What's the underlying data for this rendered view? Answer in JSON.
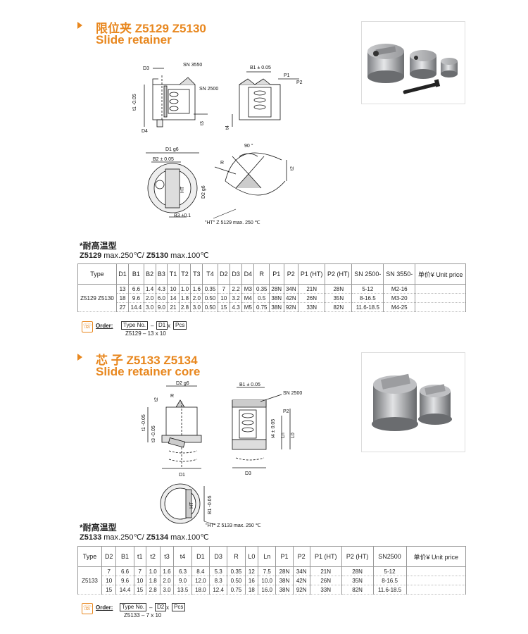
{
  "section1": {
    "title_cn": "限位夹 Z5129  Z5130",
    "title_en": "Slide retainer",
    "drawing_labels": {
      "d3": "D3",
      "sn3550": "SN 3550",
      "sn2500": "SN 2500",
      "t1": "t1 -0.05",
      "t3": "t3",
      "d4": "D4",
      "b1": "B1 ± 0.05",
      "p1": "P1",
      "p2": "P2",
      "t4": "t4",
      "d1": "D1 g6",
      "b2": "B2 ± 0.05",
      "ht": "HT",
      "d2": "D2 g6",
      "b3": "B3 ±0.1",
      "angle": "90 °",
      "r": "R",
      "t2": "t2",
      "ht_note": "\"HT\" Z 5129 max. 250 ℃"
    },
    "note_star": "*耐高温型",
    "note_line_a": "Z5129",
    "note_line_b": " max.250℃/ ",
    "note_line_c": "Z5130",
    "note_line_d": " max.100℃",
    "table": {
      "headers": [
        "Type",
        "D1",
        "B1",
        "B2",
        "B3",
        "T1",
        "T2",
        "T3",
        "T4",
        "D2",
        "D3",
        "D4",
        "R",
        "P1",
        "P2",
        "P1 (HT)",
        "P2 (HT)",
        "SN 2500-",
        "SN 3550-",
        "单价¥ Unit price"
      ],
      "type_label": "Z5129 Z5130",
      "rows": [
        [
          "13",
          "6.6",
          "1.4",
          "4.3",
          "10",
          "1.0",
          "1.6",
          "0.35",
          "7",
          "2.2",
          "M3",
          "0.35",
          "28N",
          "34N",
          "21N",
          "28N",
          "5-12",
          "M2-16",
          ""
        ],
        [
          "18",
          "9.6",
          "2.0",
          "6.0",
          "14",
          "1.8",
          "2.0",
          "0.50",
          "10",
          "3.2",
          "M4",
          "0.5",
          "38N",
          "42N",
          "26N",
          "35N",
          "8-16.5",
          "M3-20",
          ""
        ],
        [
          "27",
          "14.4",
          "3.0",
          "9.0",
          "21",
          "2.8",
          "3.0",
          "0.50",
          "15",
          "4.3",
          "M5",
          "0.75",
          "38N",
          "92N",
          "33N",
          "82N",
          "11.6-18.5",
          "M4-25",
          ""
        ]
      ]
    },
    "order": {
      "label": "Order:",
      "type_no": "Type No.",
      "dash": "–",
      "d1": "D1",
      "x": "x",
      "pcs": "Pcs",
      "example": "Z5129   –   13  x   10"
    }
  },
  "section2": {
    "title_cn": "芯 子  Z5133  Z5134",
    "title_en": "Slide retainer core",
    "drawing_labels": {
      "d2": "D2 g6",
      "t2": "t2",
      "r": "R",
      "t1": "t1 -0.05",
      "t3": "t3 -0.05",
      "d1": "D1",
      "b1": "B1 ± 0.05",
      "sn2500": "SN 2500",
      "p2": "P2",
      "t4": "t4 ± 0.05",
      "ln": "Ln",
      "l0": "L0",
      "d3": "D3",
      "ht": "HT",
      "b1b": "B1 -0.05",
      "ht_note": "\"HT\" Z 5133 max. 250 ℃"
    },
    "note_star": "*耐高温型",
    "note_line_a": "Z5133",
    "note_line_b": " max.250℃/ ",
    "note_line_c": "Z5134",
    "note_line_d": " max.100℃",
    "table": {
      "headers": [
        "Type",
        "D2",
        "B1",
        "t1",
        "t2",
        "t3",
        "t4",
        "D1",
        "D3",
        "R",
        "L0",
        "Ln",
        "P1",
        "P2",
        "P1 (HT)",
        "P2 (HT)",
        "SN2500",
        "单价¥ Unit price"
      ],
      "type_label": "Z5133",
      "rows": [
        [
          "7",
          "6.6",
          "7",
          "1.0",
          "1.6",
          "6.3",
          "8.4",
          "5.3",
          "0.35",
          "12",
          "7.5",
          "28N",
          "34N",
          "21N",
          "28N",
          "5-12",
          ""
        ],
        [
          "10",
          "9.6",
          "10",
          "1.8",
          "2.0",
          "9.0",
          "12.0",
          "8.3",
          "0.50",
          "16",
          "10.0",
          "38N",
          "42N",
          "26N",
          "35N",
          "8-16.5",
          ""
        ],
        [
          "15",
          "14.4",
          "15",
          "2.8",
          "3.0",
          "13.5",
          "18.0",
          "12.4",
          "0.75",
          "18",
          "16.0",
          "38N",
          "92N",
          "33N",
          "82N",
          "11.6-18.5",
          ""
        ]
      ]
    },
    "order": {
      "label": "Order:",
      "type_no": "Type No.",
      "dash": "–",
      "d2": "D2",
      "x": "x",
      "pcs": "Pcs",
      "example": "Z5133   –   7  x  10"
    }
  },
  "colors": {
    "accent": "#e8871e"
  }
}
